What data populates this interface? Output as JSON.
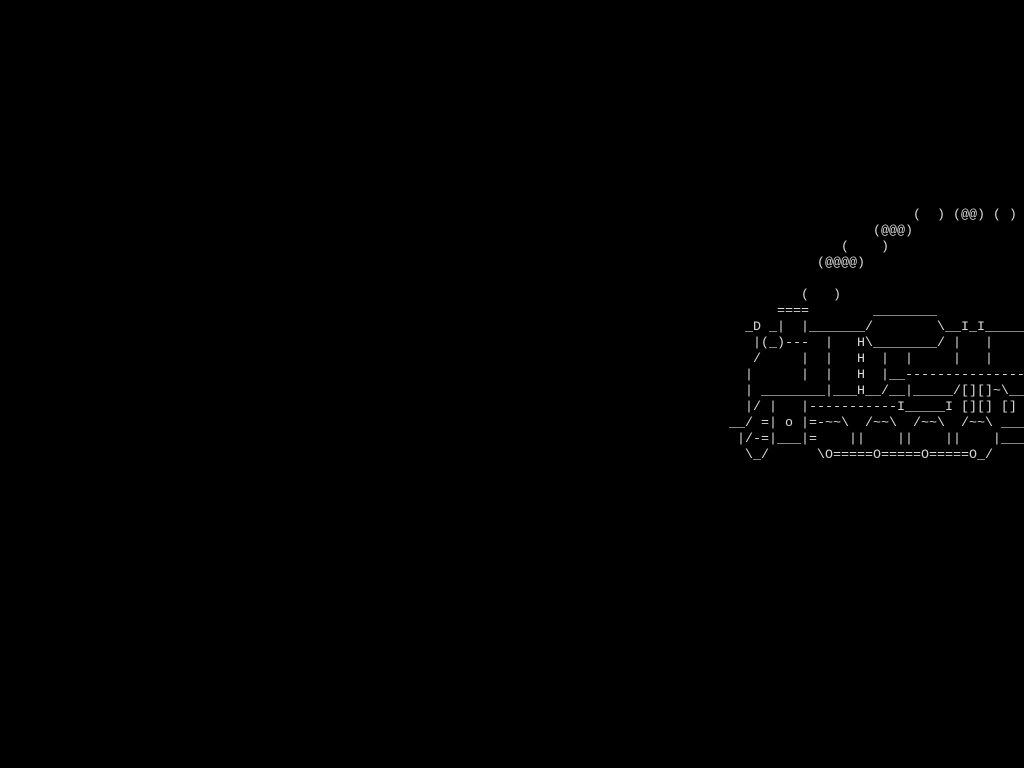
{
  "terminal": {
    "background": "#000000",
    "foreground": "#d8d8d8",
    "train_lines": [
      "                         (  ) (@@) ( )",
      "                    (@@@)",
      "                (    )",
      "             (@@@@)",
      "",
      "           (   )",
      "        ====        ________",
      "    _D _|  |_______/        \\__I_I_____",
      "     |(_)---  |   H\\________/ |   |   ",
      "     /     |  |   H  |  |     |   |",
      "    |      |  |   H  |__---------------",
      "    | ________|___H__/__|_____/[][]~\\__",
      "    |/ |   |-----------I_____I [][] []",
      "  __/ =| o |=-~~\\  /~~\\  /~~\\  /~~\\ ___",
      "   |/-=|___|=    ||    ||    ||    |___",
      "    \\_/      \\O=====O=====O=====O_/"
    ]
  }
}
